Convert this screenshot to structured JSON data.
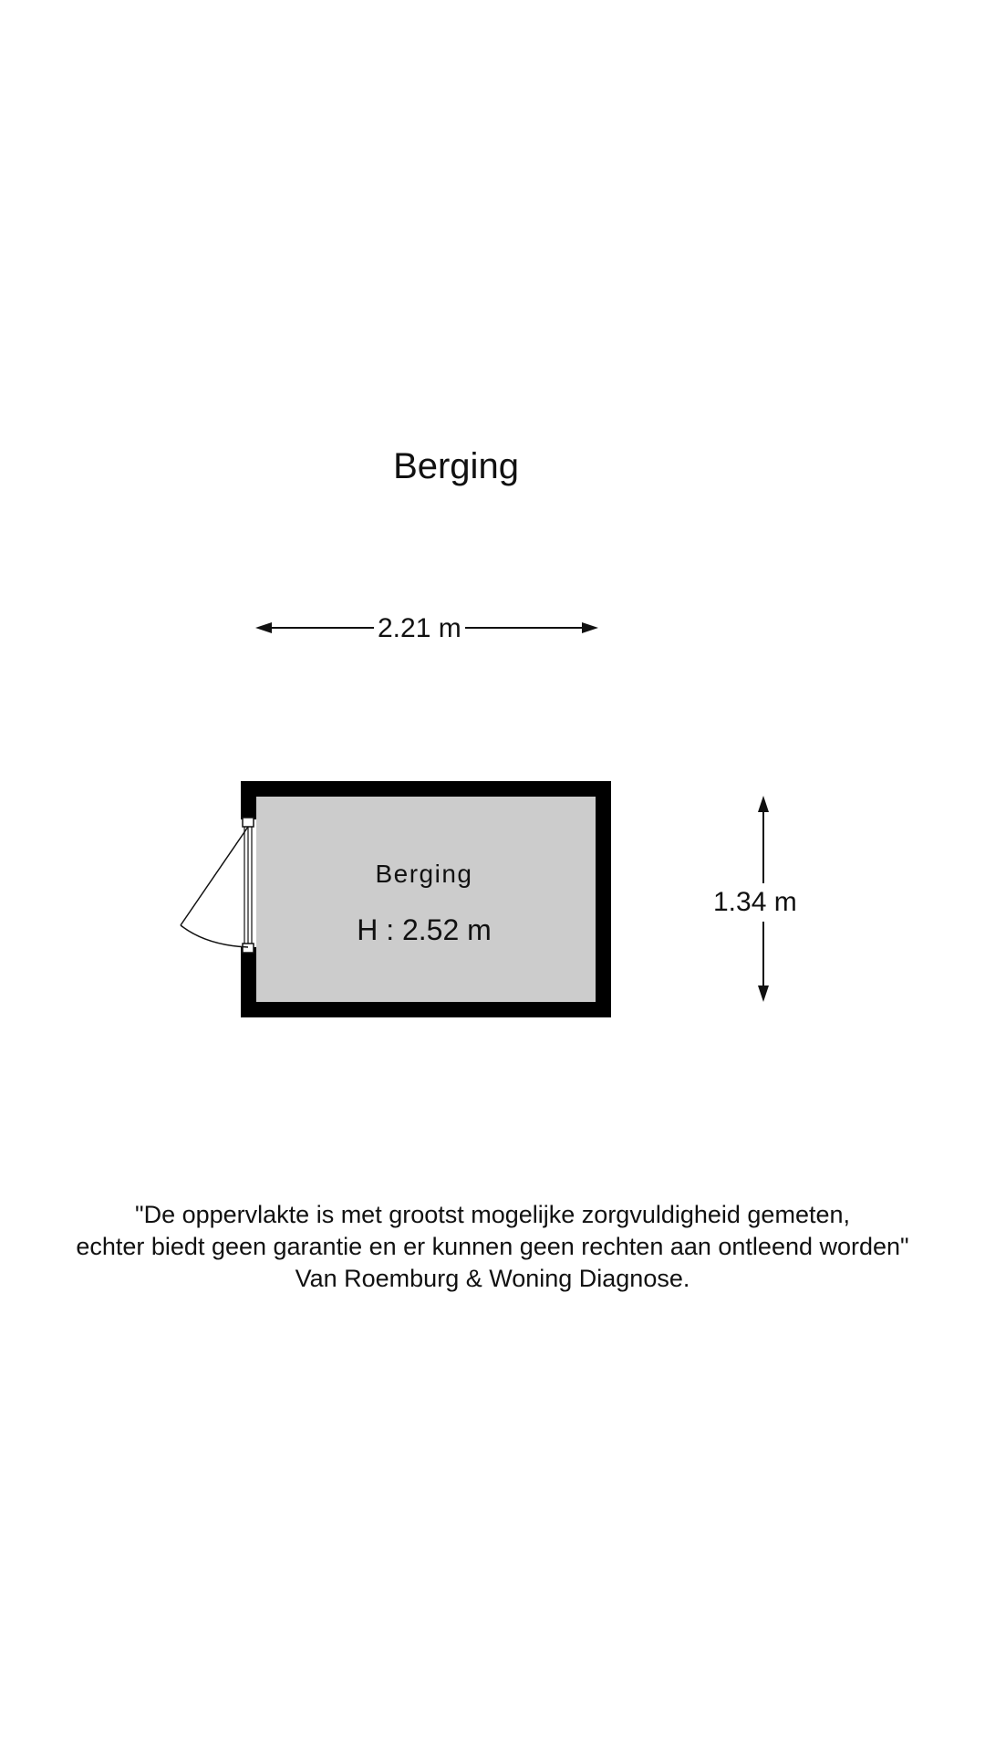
{
  "plan": {
    "title": "Berging",
    "dimensions": {
      "width": "2.21 m",
      "height": "1.34 m"
    },
    "room": {
      "name": "Berging",
      "height": "H : 2.52 m"
    },
    "colors": {
      "wall": "#000000",
      "floor": "#cccccc",
      "line": "#111111",
      "background": "#ffffff"
    }
  },
  "disclaimer": {
    "lines": [
      "\"De oppervlakte is met grootst mogelijke zorgvuldigheid gemeten,",
      "echter biedt geen garantie en er kunnen geen rechten aan ontleend worden\"",
      "Van Roemburg & Woning Diagnose."
    ]
  }
}
